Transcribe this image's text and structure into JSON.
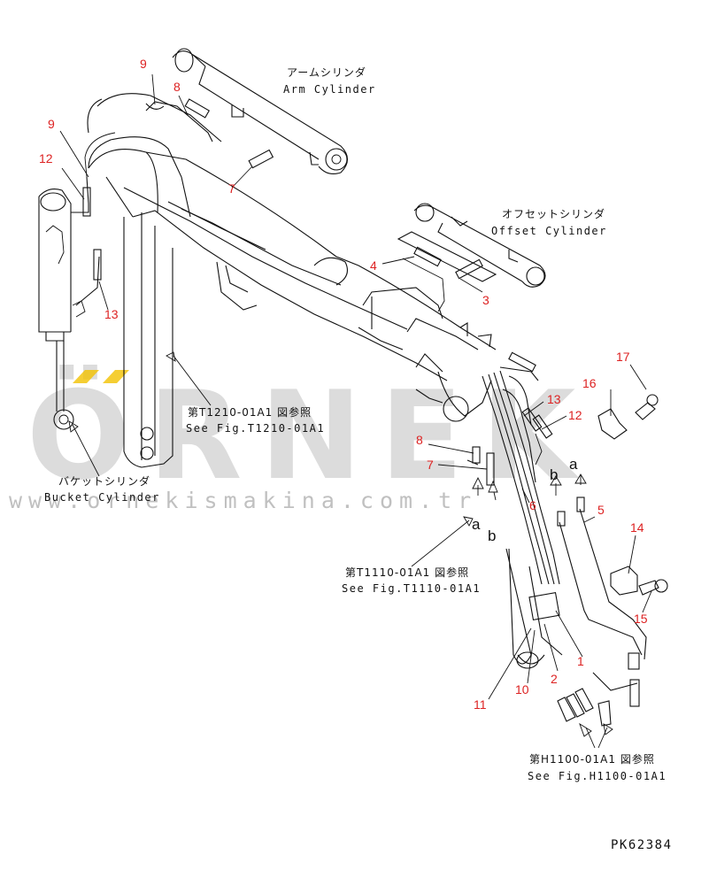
{
  "watermark": {
    "brand": "ÖRNEK",
    "url": "www.ornekismakina.com.tr",
    "accent_color": "#f2c200"
  },
  "components": {
    "arm_cylinder": {
      "jp": "アームシリンダ",
      "en": "Arm Cylinder"
    },
    "offset_cylinder": {
      "jp": "オフセットシリンダ",
      "en": "Offset Cylinder"
    },
    "bucket_cylinder": {
      "jp": "バケットシリンダ",
      "en": "Bucket Cylinder"
    }
  },
  "references": {
    "t1210": {
      "jp": "第T1210-01A1 図参照",
      "en": "See Fig.T1210-01A1"
    },
    "t1110": {
      "jp": "第T1110-01A1 図参照",
      "en": "See Fig.T1110-01A1"
    },
    "h1100": {
      "jp": "第H1100-01A1 図参照",
      "en": "See Fig.H1100-01A1"
    }
  },
  "part_numbers": {
    "p9_top": "9",
    "p8_top": "8",
    "p7_top": "7",
    "p9_left": "9",
    "p12_left": "12",
    "p13_left": "13",
    "p4": "4",
    "p3": "3",
    "p17": "17",
    "p16": "16",
    "p13_right": "13",
    "p12_right": "12",
    "p8_mid": "8",
    "p7_mid": "7",
    "p6": "6",
    "p5": "5",
    "p14": "14",
    "p15": "15",
    "p1": "1",
    "p2": "2",
    "p10": "10",
    "p11": "11"
  },
  "connection_marks": {
    "a_right": "a",
    "b_right": "b",
    "a_left": "a",
    "b_left": "b"
  },
  "drawing_code": "PK62384"
}
